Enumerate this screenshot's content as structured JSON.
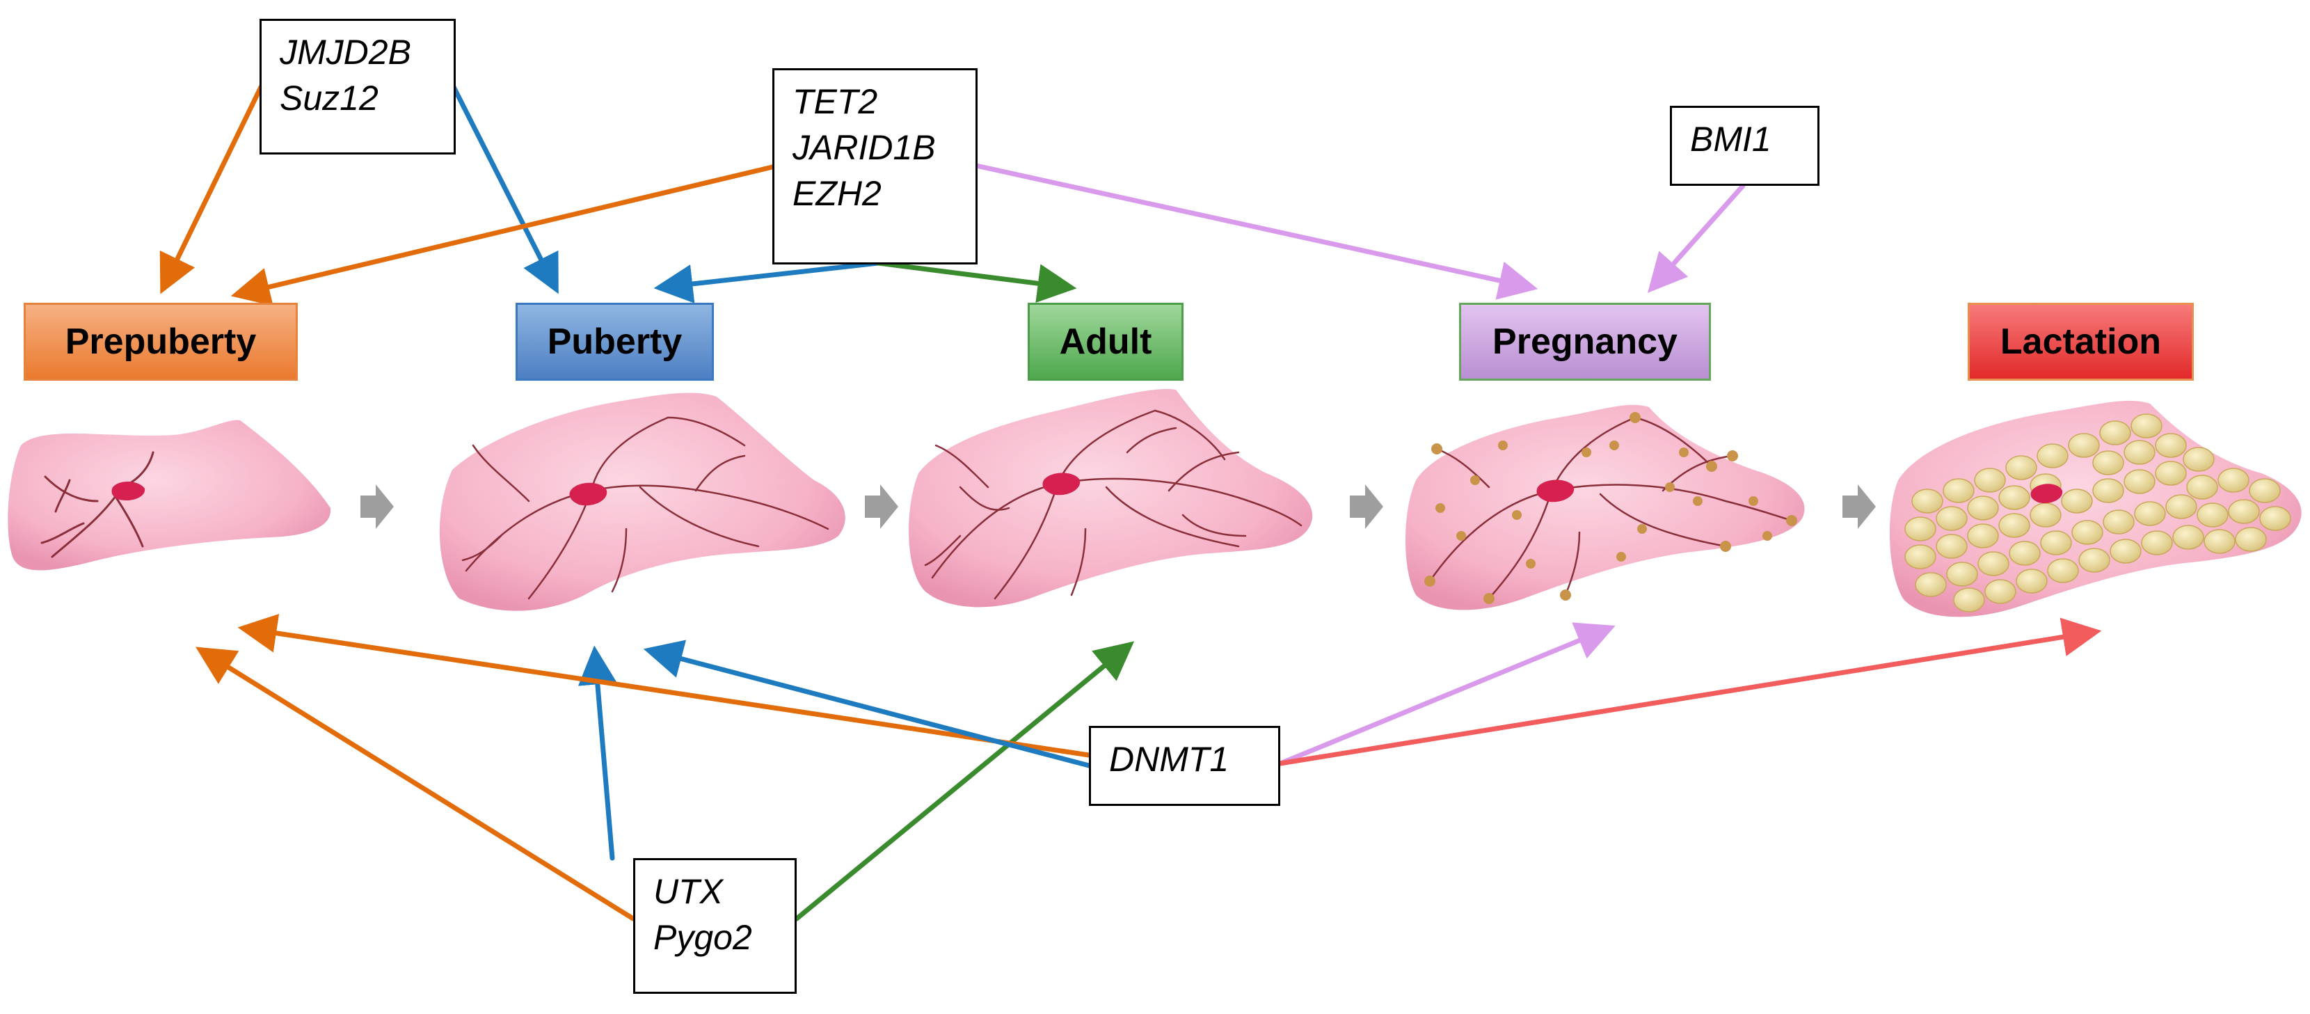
{
  "stages": [
    {
      "id": "prepuberty",
      "label": "Prepuberty",
      "color": "#ED7D31"
    },
    {
      "id": "puberty",
      "label": "Puberty",
      "color": "#4F81BD"
    },
    {
      "id": "adult",
      "label": "Adult",
      "color": "#4EA84D"
    },
    {
      "id": "pregnancy",
      "label": "Pregnancy",
      "color": "#C39BD3"
    },
    {
      "id": "lactation",
      "label": "Lactation",
      "color": "#E8302D"
    }
  ],
  "regulators": [
    {
      "id": "jmjd2b-suz12",
      "genes": [
        "JMJD2B",
        "Suz12"
      ],
      "targets": [
        "prepuberty",
        "puberty"
      ]
    },
    {
      "id": "tet2-jarid1b-ezh2",
      "genes": [
        "TET2",
        "JARID1B",
        "EZH2"
      ],
      "targets": [
        "prepuberty",
        "puberty",
        "adult",
        "pregnancy"
      ]
    },
    {
      "id": "bmi1",
      "genes": [
        "BMI1"
      ],
      "targets": [
        "pregnancy"
      ]
    },
    {
      "id": "dnmt1",
      "genes": [
        "DNMT1"
      ],
      "targets": [
        "prepuberty",
        "puberty",
        "pregnancy",
        "lactation"
      ]
    },
    {
      "id": "utx-pygo2",
      "genes": [
        "UTX",
        "Pygo2"
      ],
      "targets": [
        "prepuberty",
        "puberty",
        "adult"
      ]
    }
  ],
  "arrow_colors": {
    "prepuberty": "#E36C0A",
    "puberty": "#1F7BBF",
    "adult": "#3A8A2E",
    "pregnancy": "#D99AEC",
    "lactation": "#F25C5C",
    "progression": "#9E9E9E"
  },
  "gland_colors": {
    "tissue": "#F6B3C8",
    "tissue_light": "#FCD4E0",
    "duct": "#8A2E3A",
    "lymph_node": "#D6204F",
    "alveoli": "#C9944A",
    "lactating_alveoli": "#EEDC9A"
  }
}
